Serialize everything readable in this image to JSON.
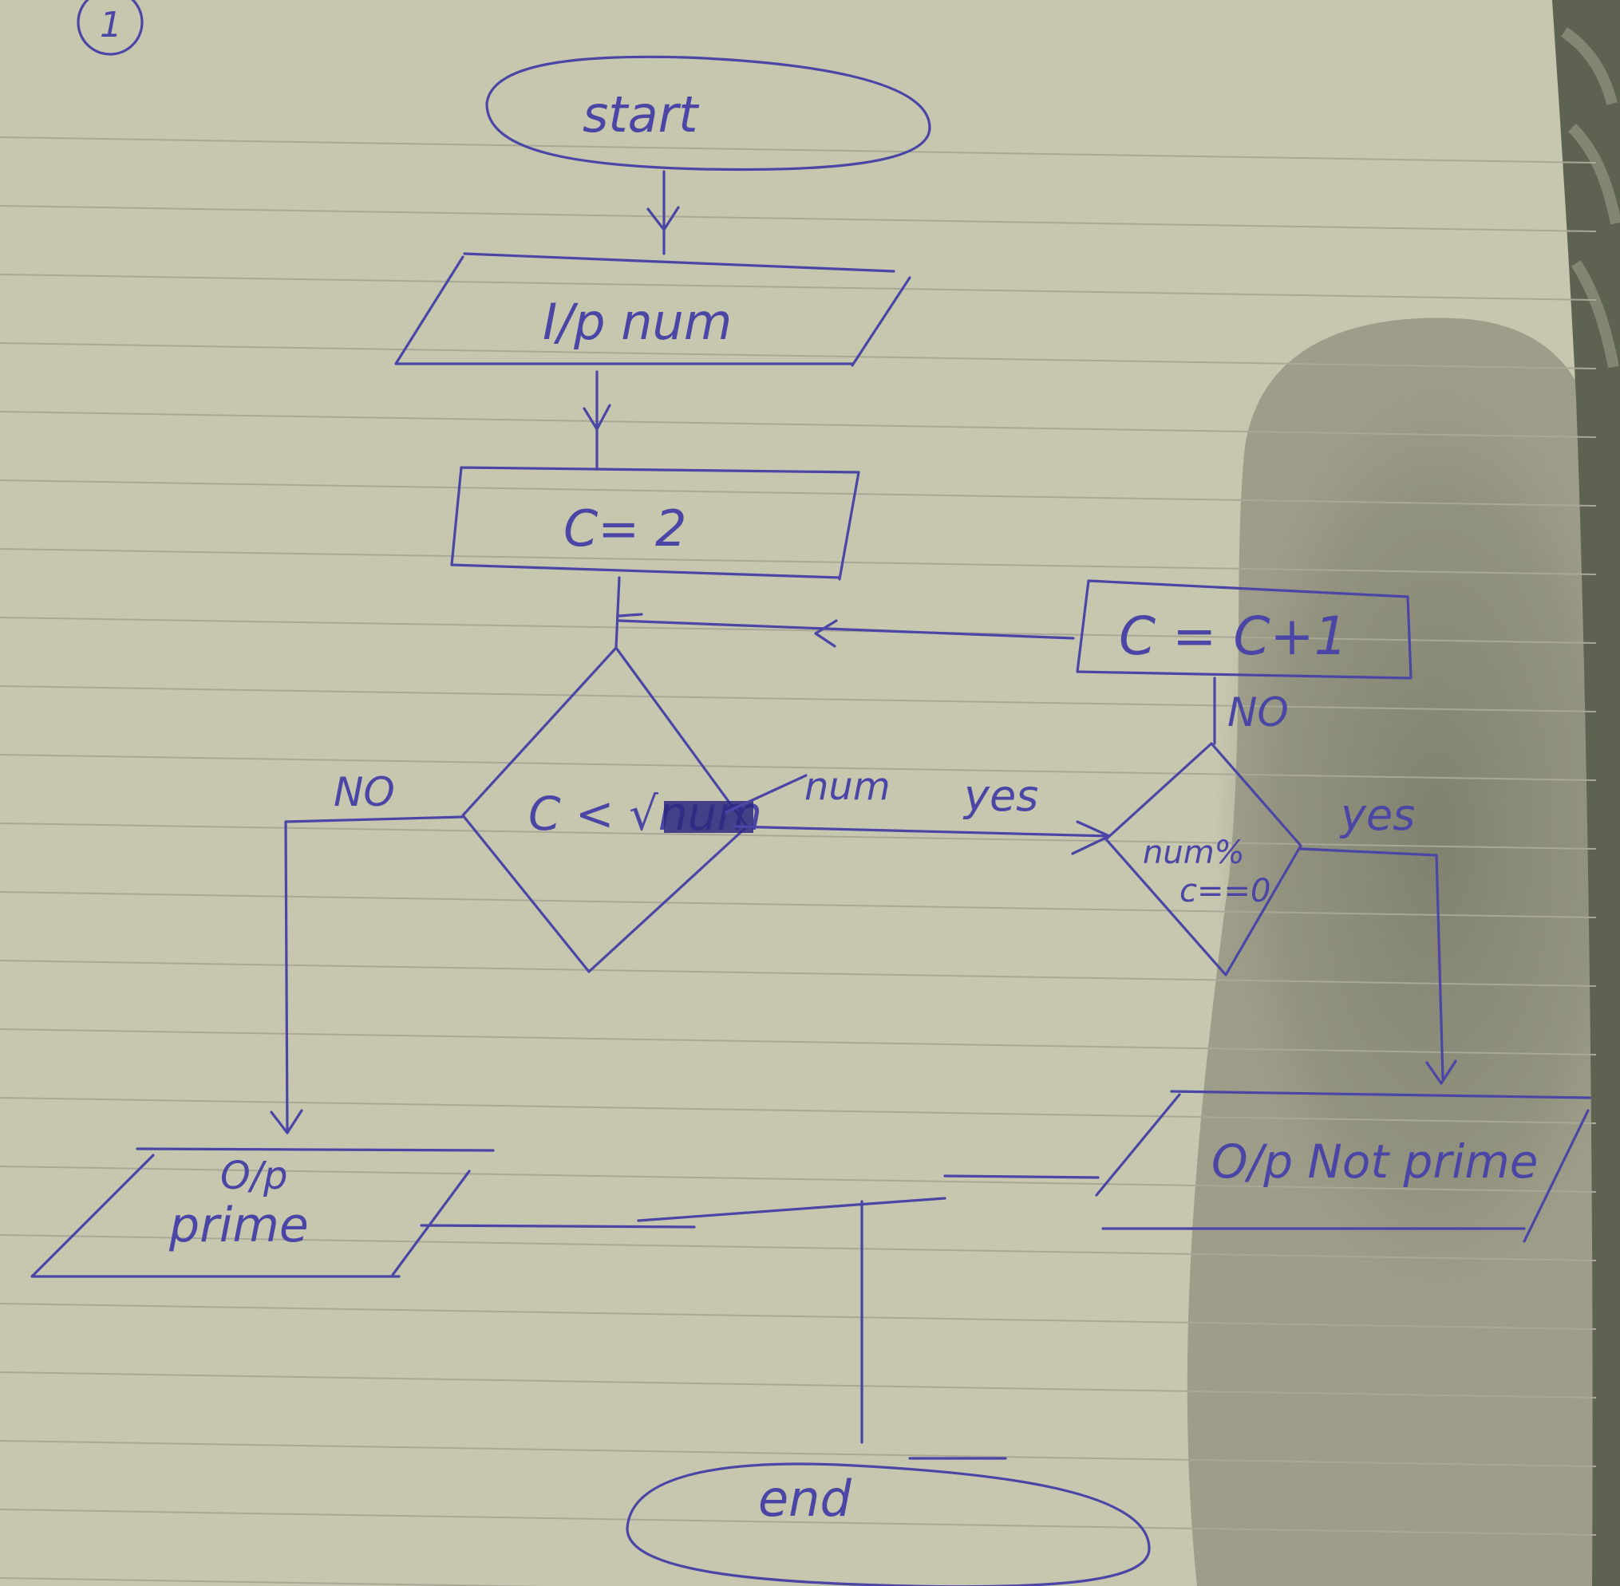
{
  "page_number": "1",
  "nodes": {
    "start": "start",
    "input": "I/p num",
    "init": "C= 2",
    "increment": "C = C+1",
    "cond_sqrt": "C < √num",
    "cond_mod_line1": "num%",
    "cond_mod_line2": "c==0",
    "output_prime_line1": "O/p",
    "output_prime_line2": "prime",
    "output_not_prime": "O/p Not prime",
    "end": "end"
  },
  "edge_labels": {
    "sqrt_no": "NO",
    "sqrt_yes": "yes",
    "sqrt_num": "num",
    "mod_no": "NO",
    "mod_yes": "yes"
  },
  "colors": {
    "paper": "#c7c6ae",
    "ruled_line": "#a9a898",
    "ink": "#4b46a6",
    "shadow": "#7d7f6e",
    "fabric": "#5e6250"
  }
}
